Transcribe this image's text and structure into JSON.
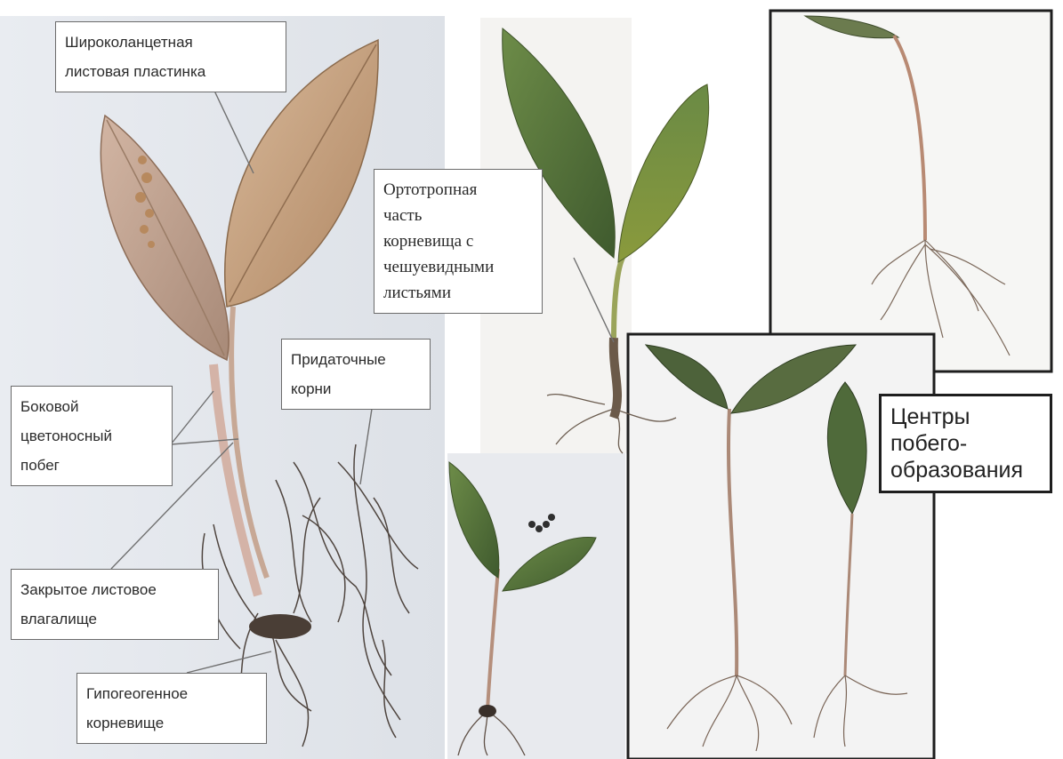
{
  "labels": {
    "leaf_blade": [
      "Широколанцетная",
      "листовая пластинка"
    ],
    "orthotropic": [
      "Ортотропная",
      "часть",
      "корневища с",
      "чешуевидными",
      "листьями"
    ],
    "adventitious": [
      "Придаточные",
      "корни"
    ],
    "lateral_shoot": [
      "Боковой",
      "цветоносный",
      "побег"
    ],
    "closed_sheath": [
      "Закрытое листовое",
      "влагалище"
    ],
    "rhizome": [
      "Гипогеогенное",
      "корневище"
    ],
    "centers": [
      "Центры",
      "побего-",
      "образования"
    ]
  },
  "colors": {
    "label_border": "#6b6b6b",
    "frame_border": "#1e1e1e",
    "leaf_dried": "#c9a27e",
    "leaf_green": "#5d7d3e",
    "stem": "#b98d74",
    "root": "#5a4c42"
  }
}
